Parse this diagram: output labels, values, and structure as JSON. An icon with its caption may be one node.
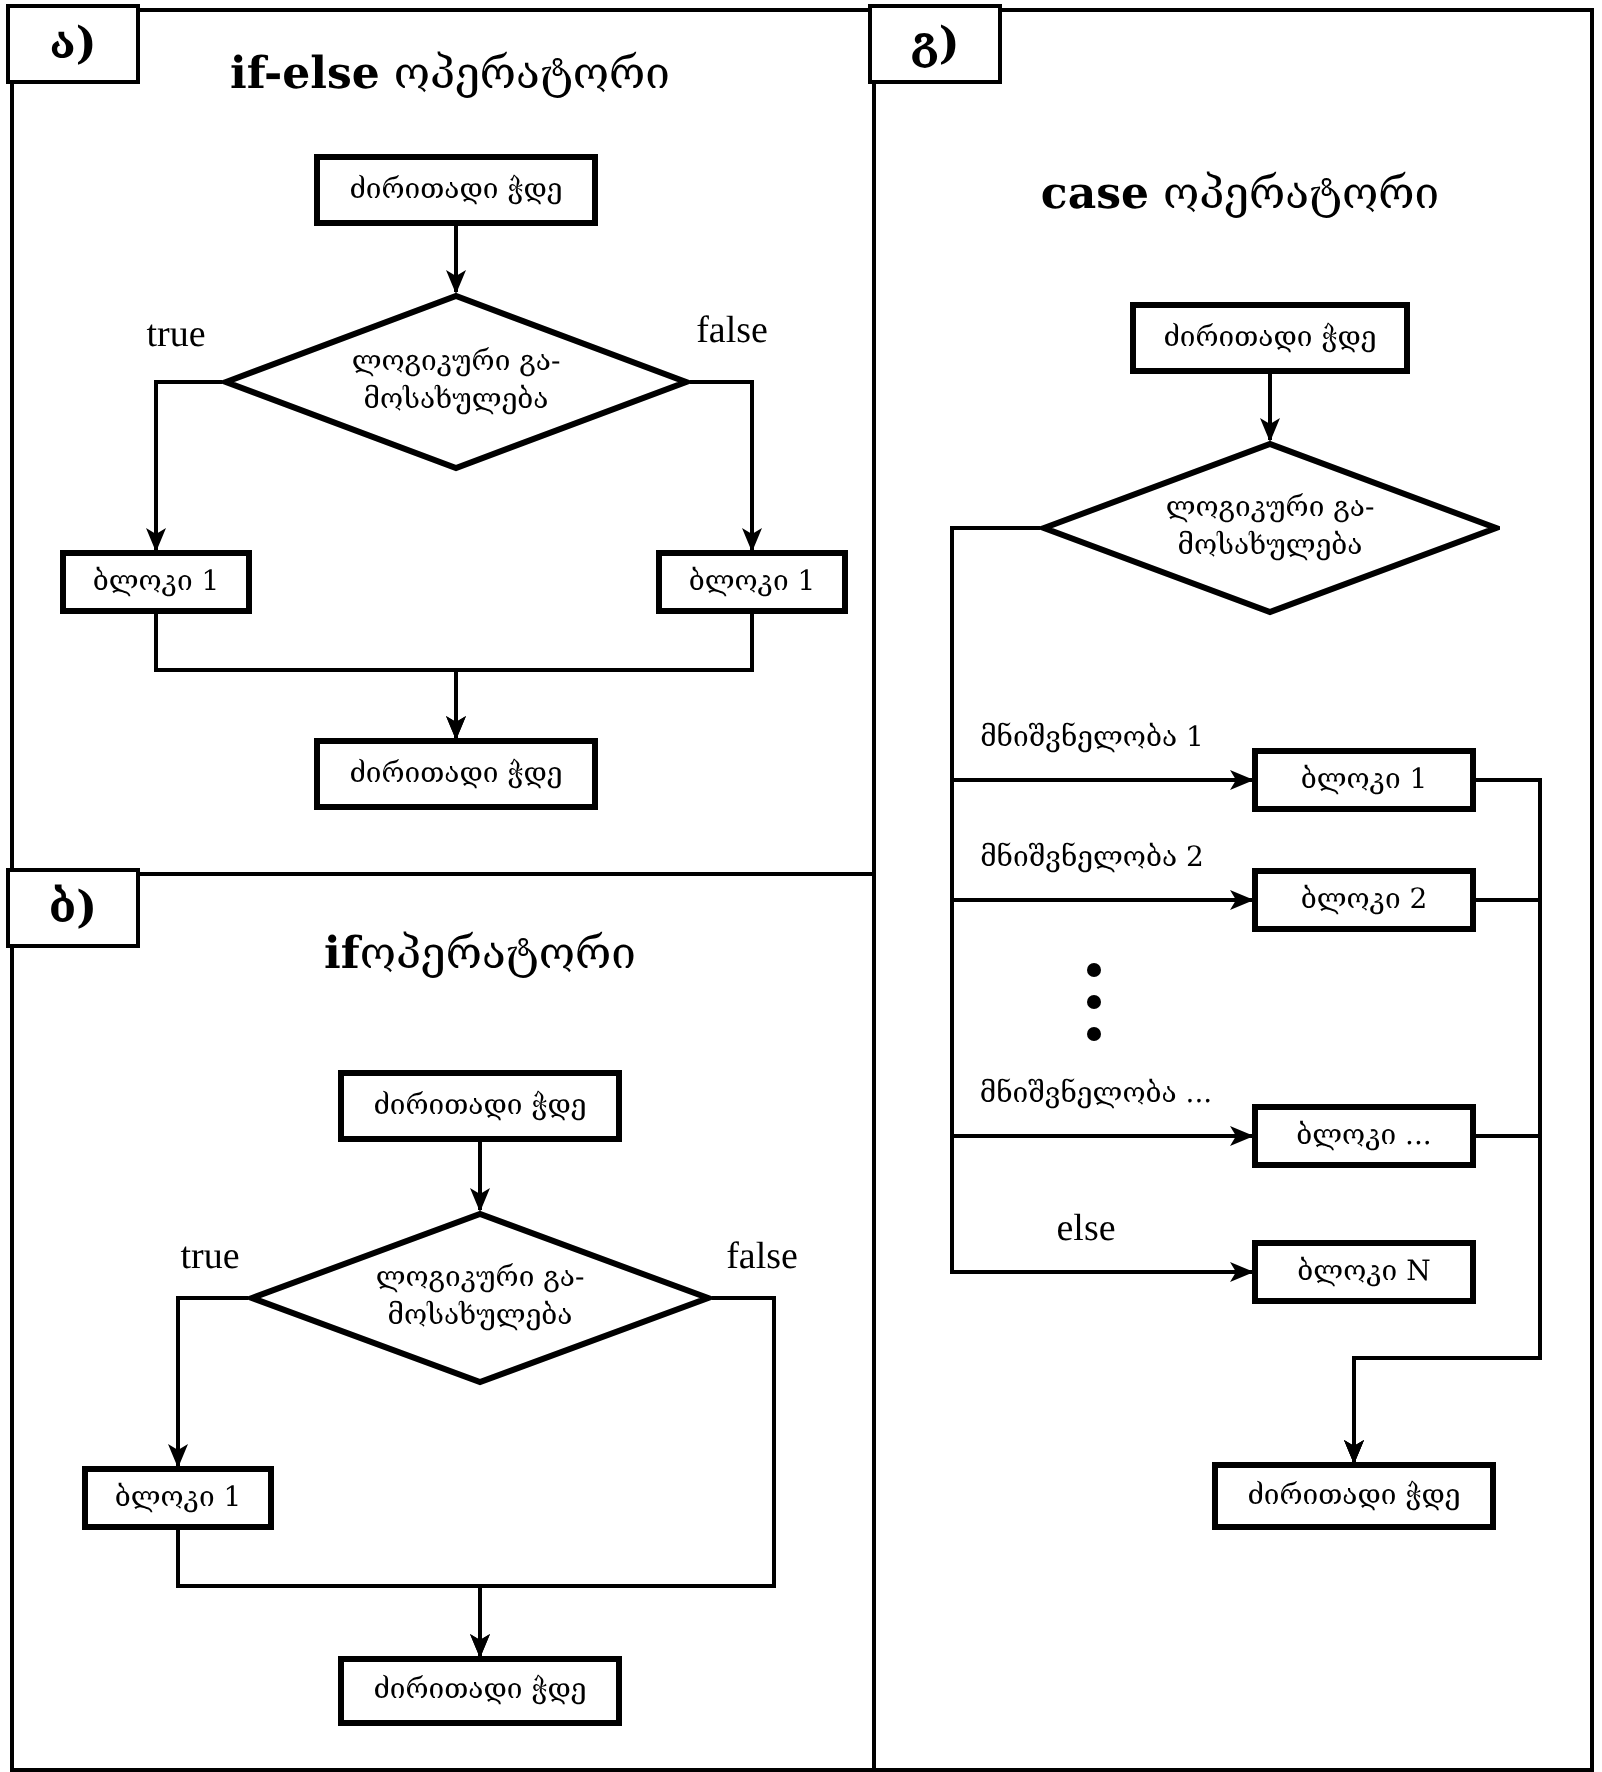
{
  "diagram": {
    "nodes": [
      {
        "text": [
          "**if-else** ოპერატორი"
        ]
      },
      {
        "text": [
          "ა)"
        ],
        "in": 0
      },
      {
        "text": [
          "ძირითადი ჭდე"
        ],
        "in": 0
      },
      {
        "text": [
          "ლოგიკური გა- მოსახულება"
        ],
        "in": 0
      },
      {
        "text": [
          "ბლოკი 1"
        ],
        "in": 0
      },
      {
        "text": [
          "ბლოკი 1"
        ],
        "in": 0
      },
      {
        "text": [
          "ძირითადი ჭდე"
        ],
        "in": 0
      },
      {
        "text": [
          "**if**ოპერატორი"
        ]
      },
      {
        "text": [
          "ბ)"
        ],
        "in": 7
      },
      {
        "text": [
          "ძირითადი ჭდე"
        ],
        "in": 7
      },
      {
        "text": [
          "ლოგიკური გა- მოსახულება"
        ],
        "in": 7
      },
      {
        "text": [
          "ბლოკი 1"
        ],
        "in": 7
      },
      {
        "text": [
          "ძირითადი ჭდე"
        ],
        "in": 7
      },
      {
        "text": [
          "**case** ოპერატორი"
        ]
      },
      {
        "text": [
          "გ)"
        ],
        "in": 13
      },
      {
        "text": [
          "ძირითადი ჭდე"
        ],
        "in": 13
      },
      {
        "text": [
          "ლოგიკური გა- მოსახულება"
        ],
        "in": 13
      },
      {
        "text": [
          "ბლოკი 1"
        ],
        "in": 13
      },
      {
        "text": [
          "ბლოკი 2"
        ],
        "in": 13
      },
      {
        "text": [
          "ბლოკი ..."
        ],
        "in": 13
      },
      {
        "text": [
          "ბლოკი N"
        ],
        "in": 13
      },
      {
        "text": [
          "ძირითადი ჭდე"
        ],
        "in": 13
      }
    ],
    "edges": [
      {
        "from": 2,
        "to": 3,
        "arrow": "to"
      },
      {
        "from": 3,
        "to": 4,
        "arrow": "to",
        "label": "true"
      },
      {
        "from": 3,
        "to": 5,
        "arrow": "to",
        "label": "false"
      },
      {
        "from": 4,
        "to": 6,
        "arrow": "to"
      },
      {
        "from": 5,
        "to": 6,
        "arrow": "to"
      },
      {
        "from": 9,
        "to": 10,
        "arrow": "to"
      },
      {
        "from": 10,
        "to": 11,
        "arrow": "to",
        "label": "true"
      },
      {
        "from": 11,
        "to": 12,
        "arrow": "to"
      },
      {
        "from": 10,
        "to": 12,
        "arrow": "to",
        "label": "false"
      },
      {
        "from": 15,
        "to": 16,
        "arrow": "to"
      },
      {
        "from": 16,
        "to": 17,
        "arrow": "to",
        "label": "მნიშვნელობა 1"
      },
      {
        "from": 16,
        "to": 18,
        "arrow": "to",
        "label": "მნიშვნელობა 2"
      },
      {
        "from": 16,
        "to": 19,
        "arrow": "to",
        "label": "მნიშვნელობა ..."
      },
      {
        "from": 16,
        "to": 20,
        "arrow": "to",
        "label": "else"
      },
      {
        "from": 17,
        "to": 21,
        "arrow": "to"
      },
      {
        "from": 18,
        "to": 21,
        "arrow": "to"
      },
      {
        "from": 19,
        "to": 21,
        "arrow": "to"
      }
    ]
  }
}
